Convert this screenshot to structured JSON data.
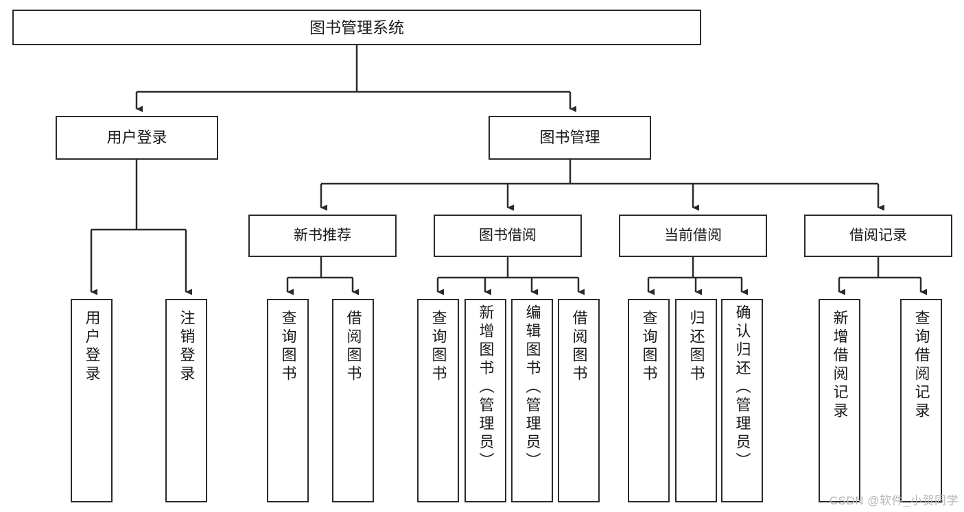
{
  "diagram": {
    "title": "图书管理系统",
    "type": "tree-hierarchy-chart",
    "watermark": "CSDN @软件_小贺同学",
    "colors": {
      "box_border": "#2b2b2b",
      "box_fill": "#ffffff",
      "connector": "#2b2b2b",
      "text": "#1a1a1a",
      "watermark": "#b6b6b6",
      "background": "#ffffff"
    },
    "root": {
      "label": "图书管理系统"
    },
    "level2": [
      {
        "label": "用户登录"
      },
      {
        "label": "图书管理"
      }
    ],
    "level3": [
      {
        "label": "新书推荐"
      },
      {
        "label": "图书借阅"
      },
      {
        "label": "当前借阅"
      },
      {
        "label": "借阅记录"
      }
    ],
    "leaves": {
      "user_login": [
        {
          "label": "用户登录"
        },
        {
          "label": "注销登录"
        }
      ],
      "new_book_recommend": [
        {
          "label": "查询图书"
        },
        {
          "label": "借阅图书"
        }
      ],
      "book_borrow": [
        {
          "label": "查询图书"
        },
        {
          "label": "新增图书（管理员）"
        },
        {
          "label": "编辑图书（管理员）"
        },
        {
          "label": "借阅图书"
        }
      ],
      "current_borrow": [
        {
          "label": "查询图书"
        },
        {
          "label": "归还图书"
        },
        {
          "label": "确认归还（管理员）"
        }
      ],
      "borrow_record": [
        {
          "label": "新增借阅记录"
        },
        {
          "label": "查询借阅记录"
        }
      ]
    }
  }
}
